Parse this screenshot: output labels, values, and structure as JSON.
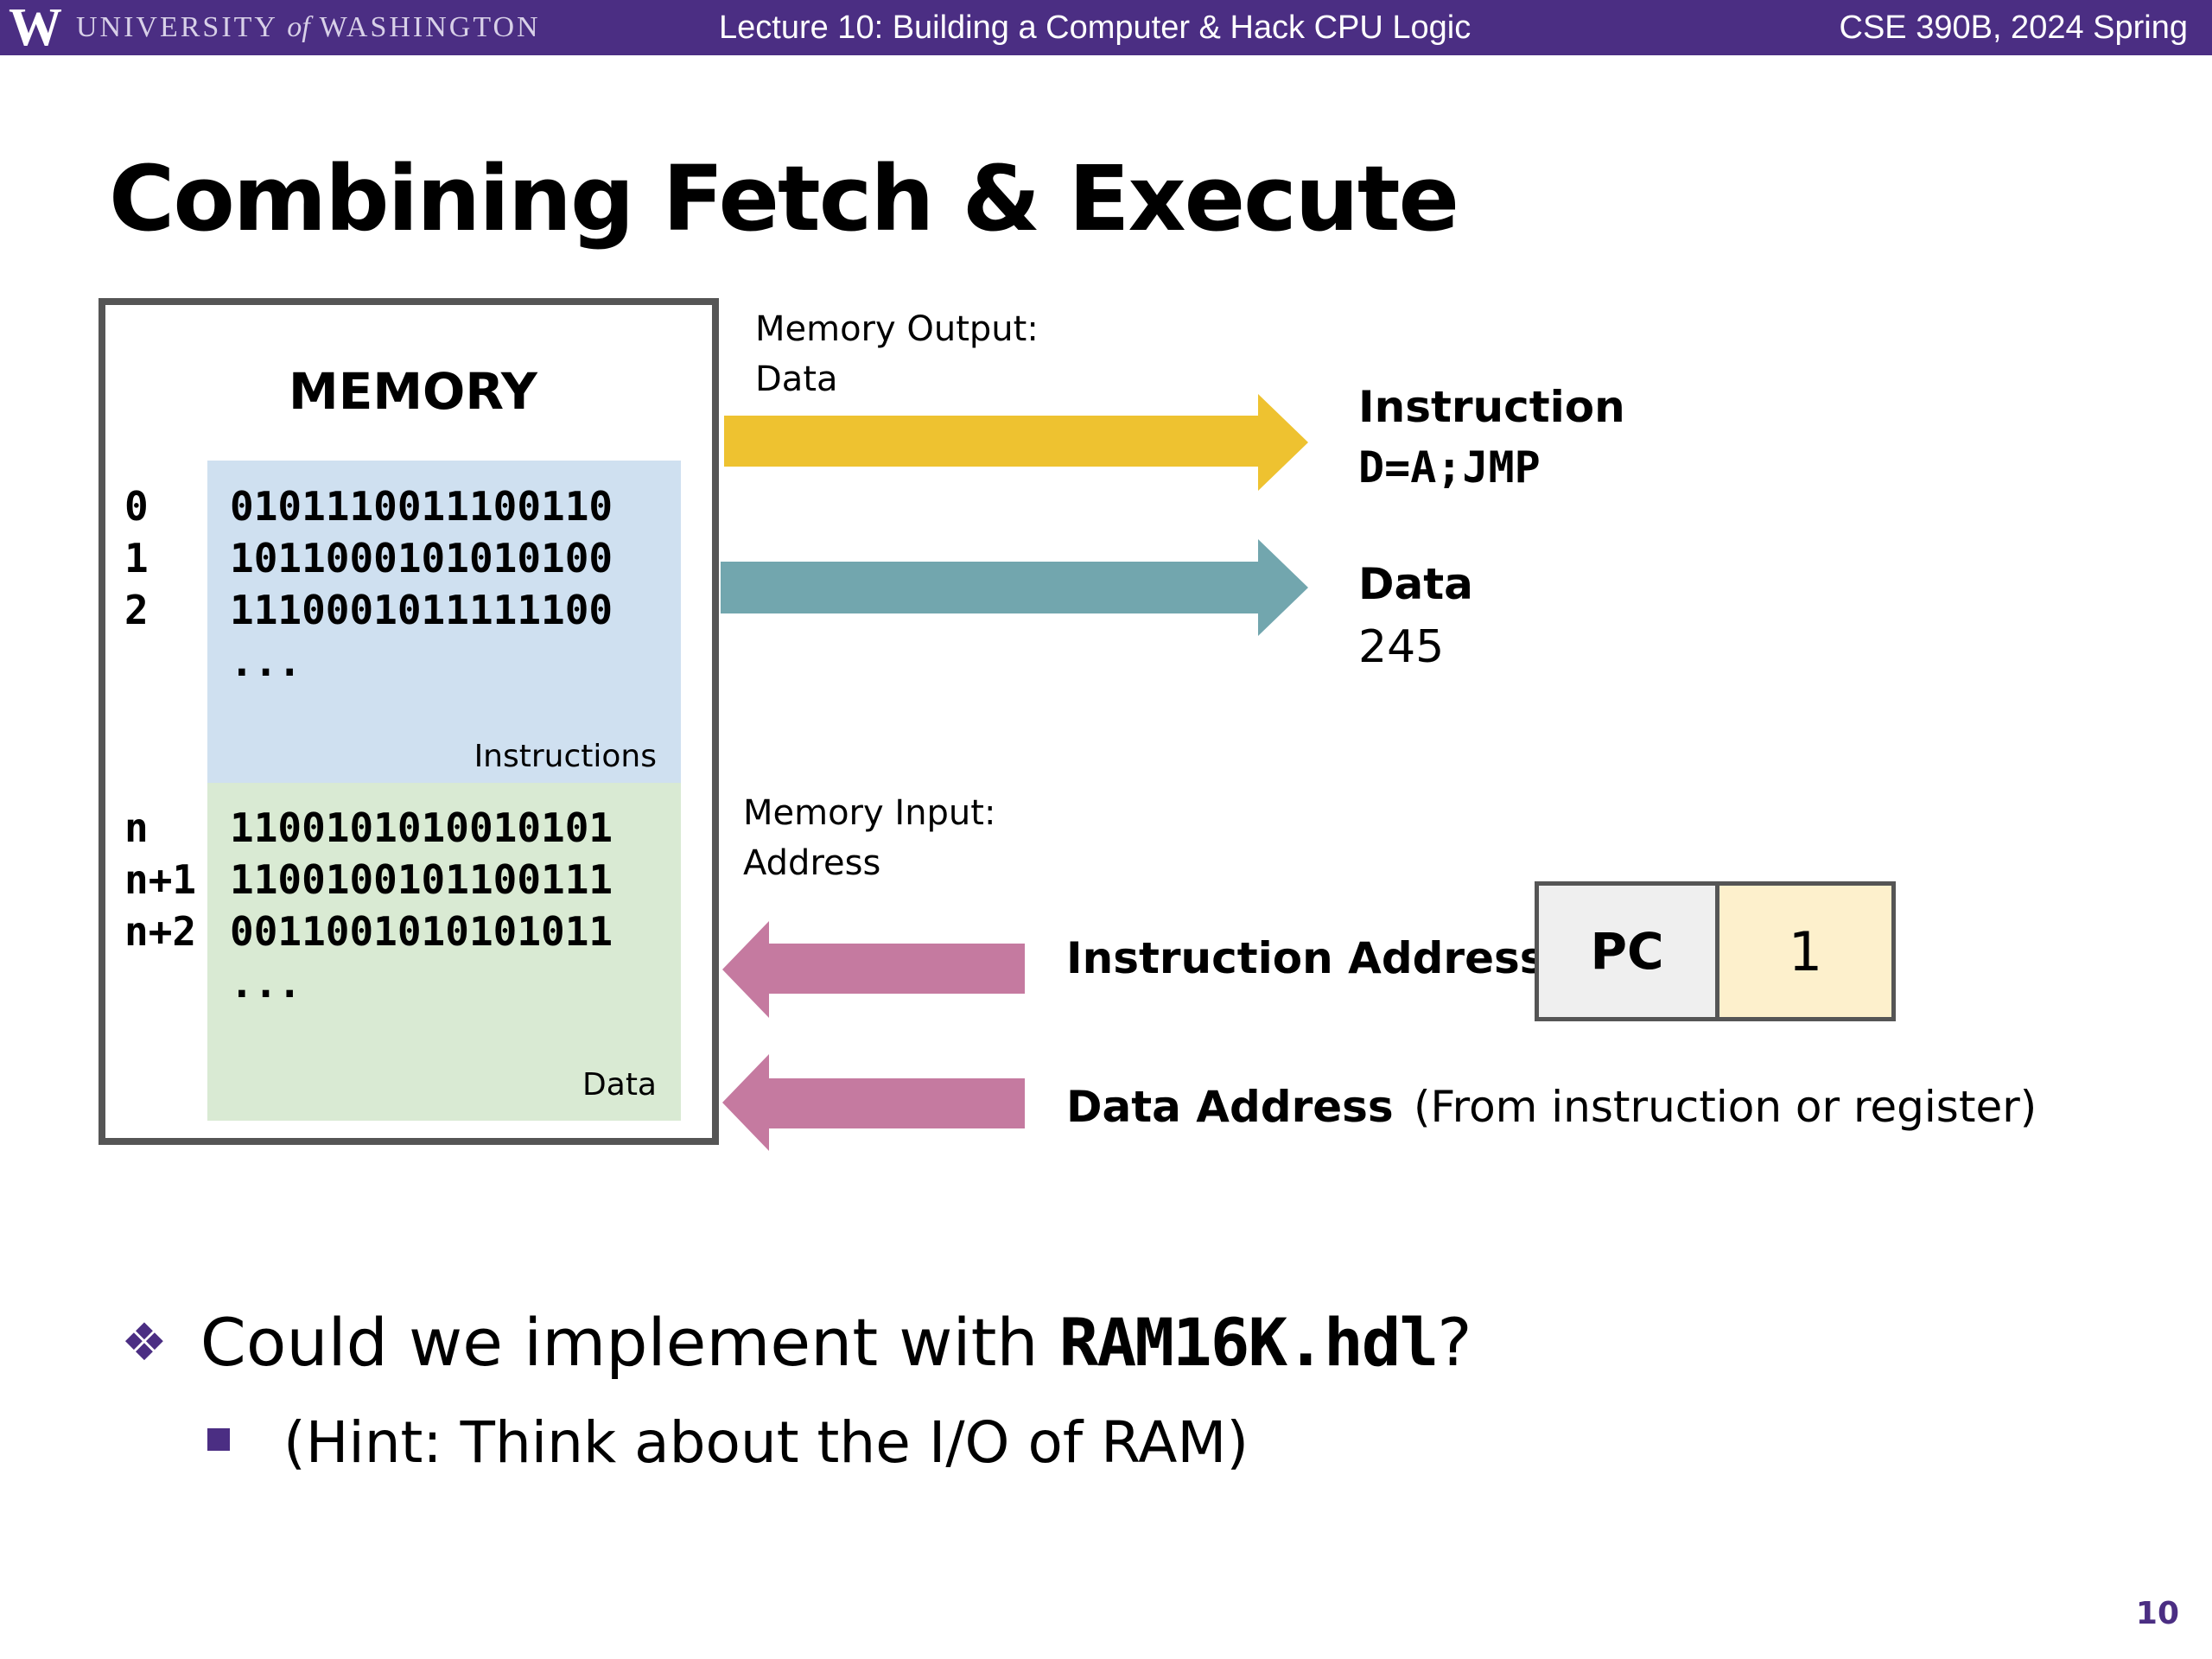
{
  "header": {
    "logo_letter": "W",
    "university_words": [
      "UNIVERSITY",
      "of",
      "WASHINGTON"
    ],
    "lecture_title": "Lecture 10: Building a Computer & Hack CPU Logic",
    "course": "CSE 390B, 2024 Spring",
    "colors": {
      "banner": "#4b2e83",
      "text": "#ffffff"
    }
  },
  "slide": {
    "title": "Combining Fetch & Execute",
    "number": "10"
  },
  "memory": {
    "label": "MEMORY",
    "instructions_label": "Instructions",
    "data_label": "Data",
    "instruction_rows": [
      {
        "addr": "0",
        "word": "0101110011100110"
      },
      {
        "addr": "1",
        "word": "1011000101010100"
      },
      {
        "addr": "2",
        "word": "1110001011111100"
      },
      {
        "addr": "",
        "word": "..."
      }
    ],
    "data_rows": [
      {
        "addr": "n",
        "word": "1100101010010101"
      },
      {
        "addr": "n+1",
        "word": "1100100101100111"
      },
      {
        "addr": "n+2",
        "word": "0011001010101011"
      },
      {
        "addr": "",
        "word": "..."
      }
    ],
    "colors": {
      "instructions_bg": "#cfe0f0",
      "data_bg": "#d9ead3",
      "border": "#555555"
    }
  },
  "outputs": {
    "heading_line1": "Memory Output:",
    "heading_line2": "Data",
    "instruction": {
      "label": "Instruction",
      "value": "D=A;JMP",
      "arrow_color": "#eec230"
    },
    "data": {
      "label": "Data",
      "value": "245",
      "arrow_color": "#72a6ae"
    }
  },
  "inputs": {
    "heading_line1": "Memory Input:",
    "heading_line2": "Address",
    "instruction_address": {
      "label": "Instruction Address",
      "arrow_color": "#c57aa0"
    },
    "data_address": {
      "label": "Data Address",
      "note": "(From instruction or register)",
      "arrow_color": "#c57aa0"
    }
  },
  "pc": {
    "name": "PC",
    "value": "1",
    "colors": {
      "name_bg": "#efefef",
      "value_bg": "#fdf0cc"
    }
  },
  "bullets": [
    {
      "text_before": "Could we implement with ",
      "code": "RAM16K.hdl",
      "text_after": "?"
    },
    {
      "text": "(Hint: Think about the I/O of RAM)"
    }
  ]
}
